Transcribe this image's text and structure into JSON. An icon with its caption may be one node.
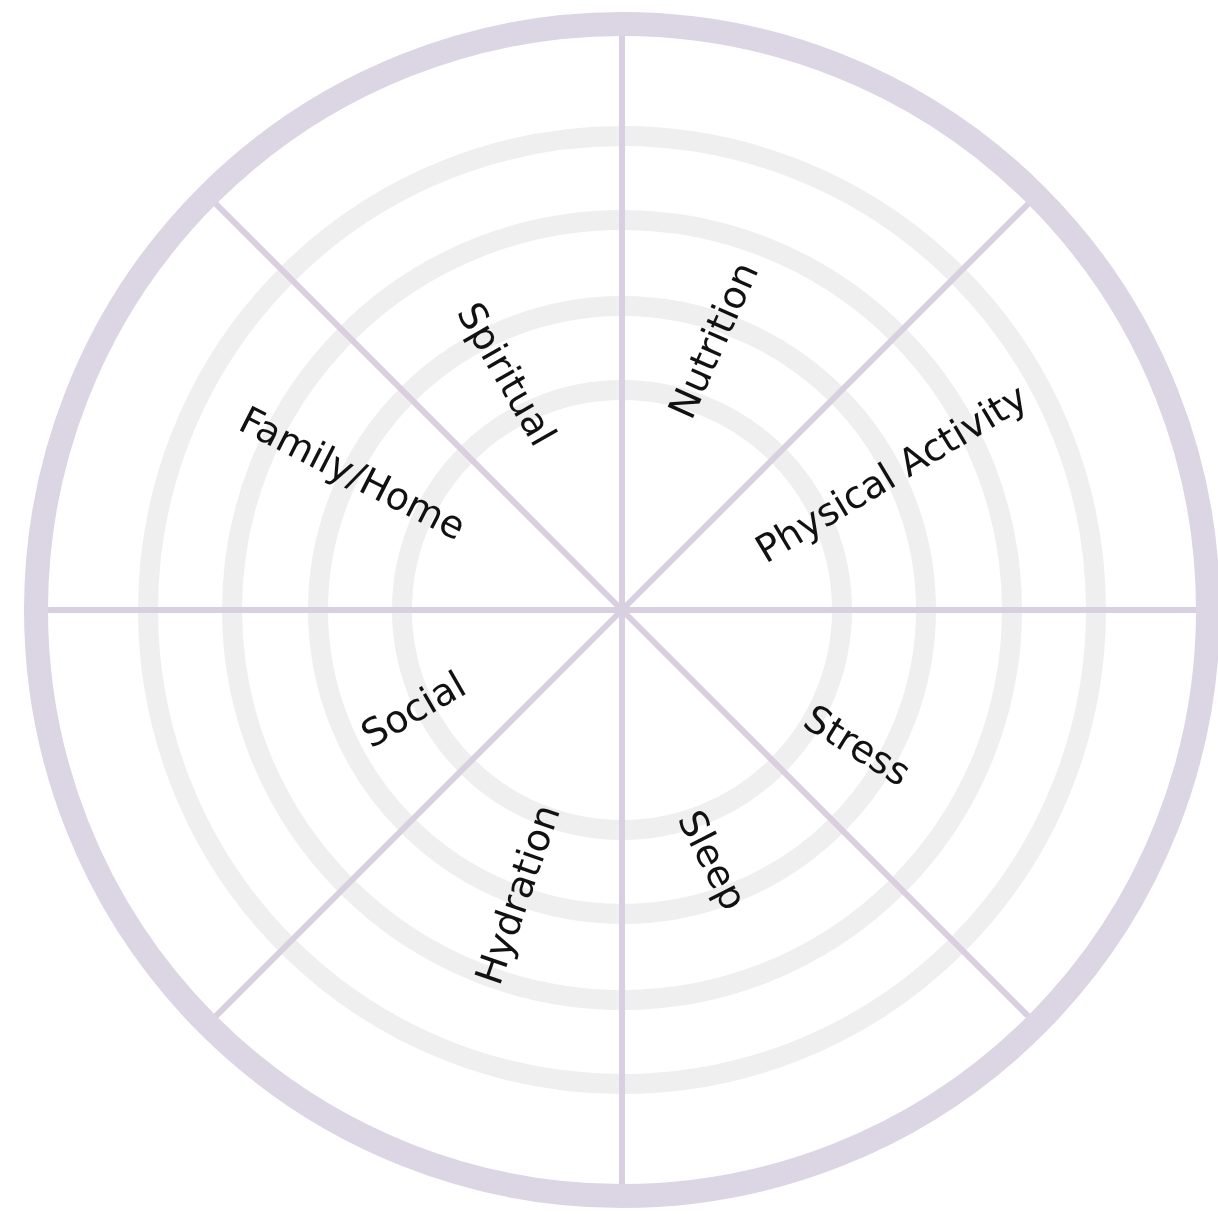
{
  "diagram": {
    "labels": [
      "Spiritual",
      "Nutrition",
      "Family/Home",
      "Physical Activity",
      "Social",
      "Stress",
      "Hydration",
      "Sleep"
    ]
  }
}
